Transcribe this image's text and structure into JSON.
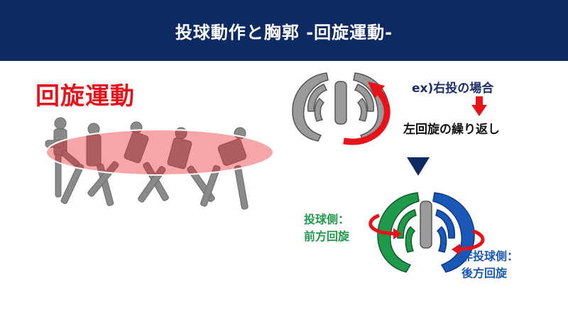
{
  "header": {
    "title": "投球動作と胸郭 -回旋運動-"
  },
  "left_panel": {
    "heading": "回旋運動"
  },
  "right_panel": {
    "example": "ex)右投の場合",
    "result": "左回旋の繰り返し",
    "throwing_side_line1": "投球側：",
    "throwing_side_line2": "前方回旋",
    "nonthrowing_side_line1": "非投球側：",
    "nonthrowing_side_line2": "後方回旋"
  },
  "colors": {
    "header_bg": "#0d2a63",
    "heading_red": "#e8121b",
    "text_navy": "#1b2f6b",
    "throwing_green": "#1f9a4a",
    "nonthrowing_blue": "#1a58b8",
    "arrow_red": "#e8121b"
  },
  "icons": {
    "sequence": "pitching-sequence-icon",
    "ribcage": "ribcage-icon",
    "rotation_arrow": "rotation-arrow-icon",
    "down_arrow": "down-arrow-icon",
    "triangle": "triangle-down-icon"
  }
}
